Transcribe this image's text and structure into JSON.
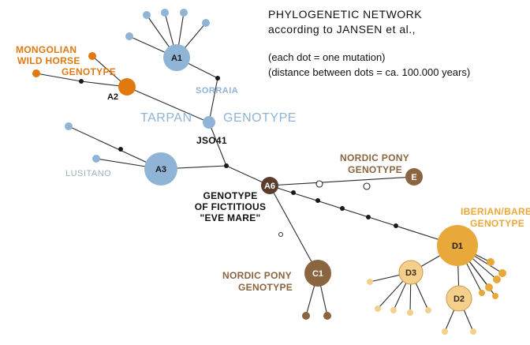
{
  "title": {
    "line1": "PHYLOGENETIC NETWORK",
    "line2": "according to JANSEN et al.,",
    "note1": "(each dot = one mutation)",
    "note2": "(distance between dots = ca. 100.000 years)"
  },
  "labels": {
    "mongolian_1": "MONGOLIAN",
    "mongolian_2": "WILD HORSE",
    "mongolian_3": "GENOTYPE",
    "sorraia": "SORRAIA",
    "tarpan": "TARPAN",
    "genotype_tarpan": "GENOTYPE",
    "jso41": "JSO41",
    "lusitano": "LUSITANO",
    "nordic_e_1": "NORDIC PONY",
    "nordic_e_2": "GENOTYPE",
    "eve_1": "GENOTYPE",
    "eve_2": "OF FICTITIOUS",
    "eve_3": "\"EVE MARE\"",
    "iberian_1": "IBERIAN/BARB",
    "iberian_2": "GENOTYPE",
    "nordic_c1_1": "NORDIC PONY",
    "nordic_c1_2": "GENOTYPE"
  },
  "nodes": {
    "A1": "A1",
    "A2": "A2",
    "A3": "A3",
    "A6": "A6",
    "E": "E",
    "C1": "C1",
    "D1": "D1",
    "D2": "D2",
    "D3": "D3"
  },
  "colors": {
    "blue": "#8fb4d6",
    "orange_dark": "#e07a10",
    "orange_light": "#e9a83a",
    "peach": "#f5cf8c",
    "brown": "#8a6540",
    "dark": "#5a3d2b",
    "line": "#2b2b2b"
  }
}
